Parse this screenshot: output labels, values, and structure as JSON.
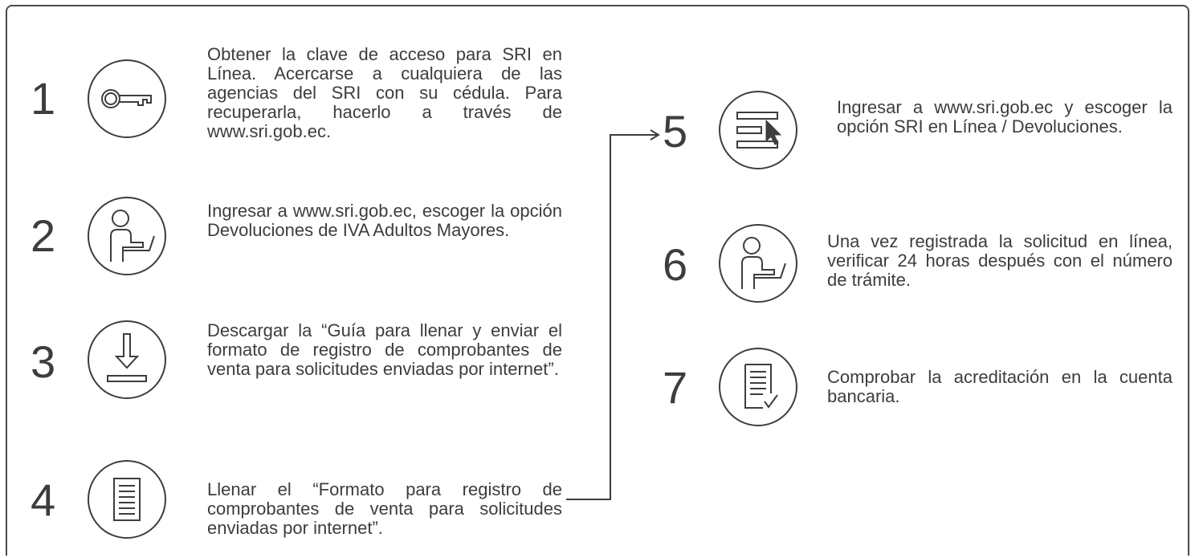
{
  "steps": [
    {
      "number": "1",
      "icon": "key-icon",
      "text": "Obtener la clave de acceso para SRI en Línea. Acercarse a cualquiera de las agencias del SRI con su cédula. Para recuperarla, hacerlo a través de www.sri.gob.ec."
    },
    {
      "number": "2",
      "icon": "user-laptop-icon",
      "text": "Ingresar a www.sri.gob.ec, escoger la opción Devoluciones de IVA Adultos Mayores."
    },
    {
      "number": "3",
      "icon": "download-icon",
      "text": "Descargar la “Guía para llenar y enviar el formato de registro de comprobantes de venta para solicitudes enviadas por internet”."
    },
    {
      "number": "4",
      "icon": "document-icon",
      "text": "Llenar el “Formato para registro de comprobantes de venta para solicitudes enviadas por internet”."
    },
    {
      "number": "5",
      "icon": "menu-cursor-icon",
      "text": "Ingresar a www.sri.gob.ec y escoger la opción SRI en Línea / Devoluciones."
    },
    {
      "number": "6",
      "icon": "user-laptop-icon",
      "text": "Una vez registrada la solicitud en línea, verificar 24 horas después con el número de trámite."
    },
    {
      "number": "7",
      "icon": "document-check-icon",
      "text": "Comprobar la acreditación en la cuenta bancaria."
    }
  ],
  "colors": {
    "stroke": "#3d3d3d",
    "border": "#4a4a4a",
    "background": "#ffffff"
  }
}
